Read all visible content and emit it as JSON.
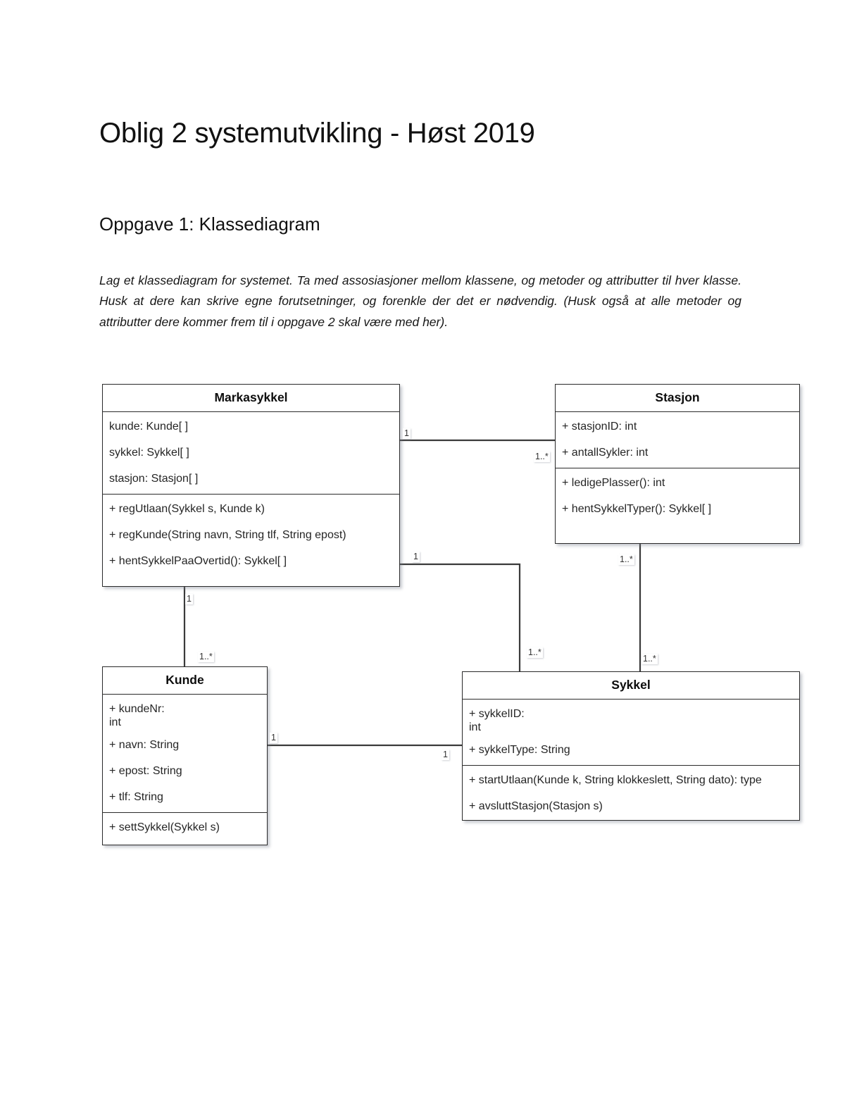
{
  "document": {
    "title": "Oblig 2 systemutvikling - Høst 2019",
    "section_heading": "Oppgave 1: Klassediagram",
    "intro_paragraph": "Lag et klassediagram for systemet. Ta med assosiasjoner mellom klassene, og metoder og attributter til hver klasse. Husk at dere kan skrive egne forutsetninger, og forenkle der det er nødvendig. (Husk også at alle metoder og attributter dere kommer frem til i oppgave 2 skal være med her)."
  },
  "diagram": {
    "type": "uml-class-diagram",
    "classes": {
      "markasykkel": {
        "name": "Markasykkel",
        "attributes": [
          "kunde: Kunde[ ]",
          "sykkel: Sykkel[ ]",
          "stasjon: Stasjon[ ]"
        ],
        "methods": [
          "+ regUtlaan(Sykkel s, Kunde k)",
          "+ regKunde(String navn, String tlf, String epost)",
          "+ hentSykkelPaaOvertid(): Sykkel[ ]"
        ]
      },
      "stasjon": {
        "name": "Stasjon",
        "attributes": [
          "+ stasjonID: int",
          "+ antallSykler: int"
        ],
        "methods": [
          "+ ledigePlasser(): int",
          "+ hentSykkelTyper(): Sykkel[ ]"
        ]
      },
      "kunde": {
        "name": "Kunde",
        "attributes": [
          "+ kundeNr:\nint",
          "+ navn: String",
          "+ epost: String",
          "+ tlf: String"
        ],
        "methods": [
          "+ settSykkel(Sykkel s)"
        ]
      },
      "sykkel": {
        "name": "Sykkel",
        "attributes": [
          "+ sykkelID:\nint",
          "+ sykkelType: String"
        ],
        "methods": [
          "+ startUtlaan(Kunde k, String klokkeslett, String dato): type",
          "+ avsluttStasjon(Stasjon s)"
        ]
      }
    },
    "associations": [
      {
        "id": "markasykkel-stasjon",
        "from": "Markasykkel",
        "to": "Stasjon",
        "from_multiplicity": "1",
        "to_multiplicity": "1..*"
      },
      {
        "id": "markasykkel-kunde",
        "from": "Markasykkel",
        "to": "Kunde",
        "from_multiplicity": "1",
        "to_multiplicity": "1..*"
      },
      {
        "id": "markasykkel-sykkel",
        "from": "Markasykkel",
        "to": "Sykkel",
        "from_multiplicity": "1",
        "to_multiplicity": "1..*"
      },
      {
        "id": "stasjon-sykkel",
        "from": "Stasjon",
        "to": "Sykkel",
        "from_multiplicity": "1..*",
        "to_multiplicity": "1..*"
      },
      {
        "id": "kunde-sykkel",
        "from": "Kunde",
        "to": "Sykkel",
        "from_multiplicity": "1",
        "to_multiplicity": "1"
      }
    ]
  },
  "colors": {
    "page_background": "#ffffff",
    "box_border": "#2b2b2b",
    "connector": "#3a3a3a",
    "text": "#1a1a1a"
  }
}
